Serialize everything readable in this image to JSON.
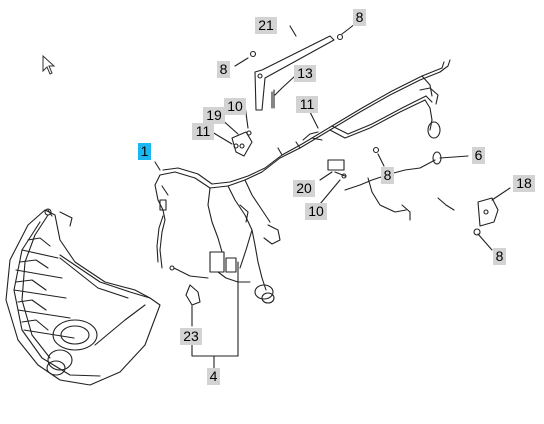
{
  "diagram": {
    "callouts": [
      {
        "label": "1",
        "highlighted": true
      },
      {
        "label": "21"
      },
      {
        "label": "8"
      },
      {
        "label": "8"
      },
      {
        "label": "13"
      },
      {
        "label": "10"
      },
      {
        "label": "19"
      },
      {
        "label": "11"
      },
      {
        "label": "11"
      },
      {
        "label": "6"
      },
      {
        "label": "8"
      },
      {
        "label": "20"
      },
      {
        "label": "10"
      },
      {
        "label": "18"
      },
      {
        "label": "8"
      },
      {
        "label": "23"
      },
      {
        "label": "4"
      }
    ],
    "highlight_color": "#1ab8f0",
    "callout_color": "#d3d3d3",
    "line_color": "#222222"
  },
  "cursor": {
    "icon": "mouse-pointer-icon"
  }
}
